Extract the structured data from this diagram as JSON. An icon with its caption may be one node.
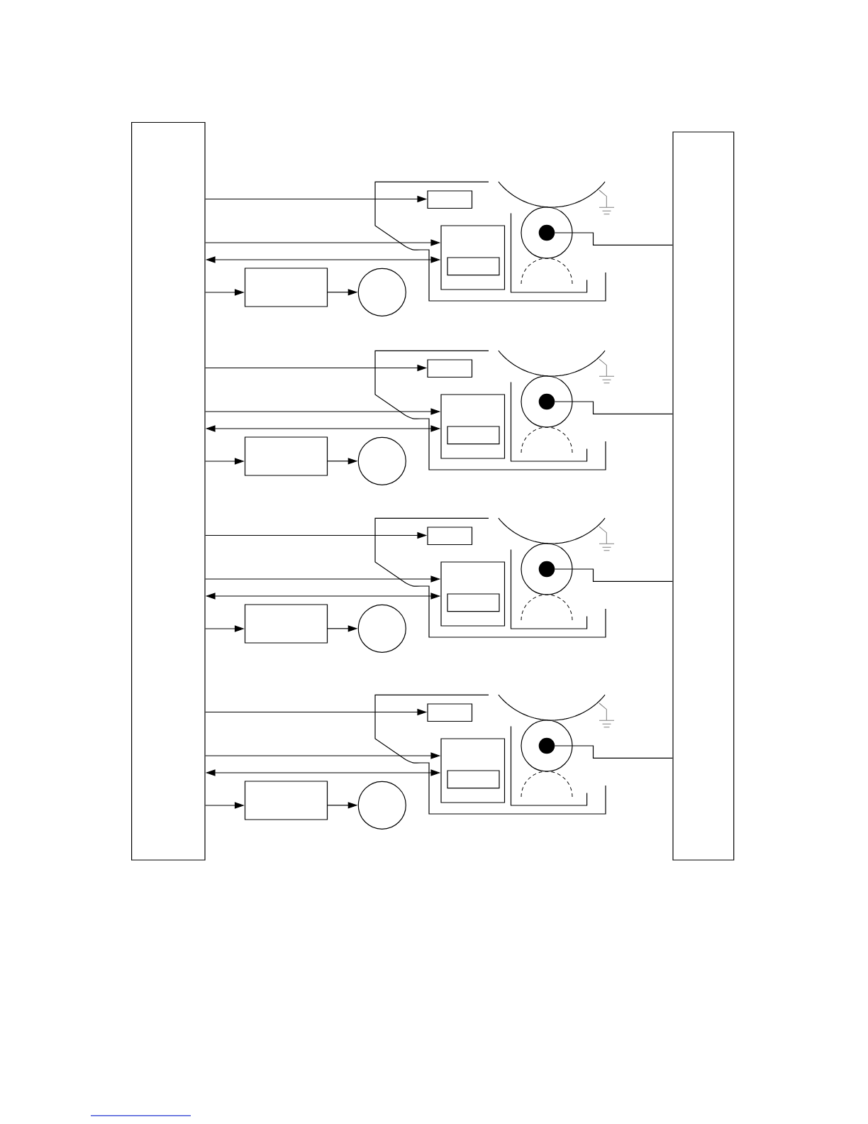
{
  "diagram": {
    "nodes": [
      {
        "text": [],
        "shape": "box"
      },
      {
        "text": [],
        "shape": "box"
      },
      {
        "text": [],
        "shape": "box"
      },
      {
        "text": [],
        "shape": "box"
      },
      {
        "text": [],
        "shape": "box",
        "in": 3
      },
      {
        "text": [],
        "shape": "box"
      },
      {
        "text": [],
        "shape": "circle"
      },
      {
        "text": [],
        "shape": "circle"
      },
      {
        "text": [],
        "shape": "circle",
        "in": 7
      },
      {
        "text": [],
        "shape": "box"
      },
      {
        "text": [],
        "shape": "box"
      },
      {
        "text": [],
        "shape": "box",
        "in": 10
      },
      {
        "text": [],
        "shape": "box"
      },
      {
        "text": [],
        "shape": "circle"
      },
      {
        "text": [],
        "shape": "circle"
      },
      {
        "text": [],
        "shape": "circle",
        "in": 14
      },
      {
        "text": [],
        "shape": "box"
      },
      {
        "text": [],
        "shape": "box"
      },
      {
        "text": [],
        "shape": "box",
        "in": 17
      },
      {
        "text": [],
        "shape": "box"
      },
      {
        "text": [],
        "shape": "circle"
      },
      {
        "text": [],
        "shape": "circle"
      },
      {
        "text": [],
        "shape": "circle",
        "in": 21
      },
      {
        "text": [],
        "shape": "box"
      },
      {
        "text": [],
        "shape": "box"
      },
      {
        "text": [],
        "shape": "box",
        "in": 24
      },
      {
        "text": [],
        "shape": "box"
      },
      {
        "text": [],
        "shape": "circle"
      },
      {
        "text": [],
        "shape": "circle"
      },
      {
        "text": [],
        "shape": "circle",
        "in": 28
      }
    ],
    "edges": [
      {
        "from": 0,
        "to": 2,
        "arrow": "to"
      },
      {
        "from": 0,
        "to": 3,
        "arrow": "to"
      },
      {
        "from": 0,
        "to": 3,
        "arrow": "both"
      },
      {
        "from": 0,
        "to": 5,
        "arrow": "to"
      },
      {
        "from": 5,
        "to": 6,
        "arrow": "to"
      },
      {
        "from": 8,
        "to": 1,
        "arrow": "none"
      },
      {
        "from": 0,
        "to": 9,
        "arrow": "to"
      },
      {
        "from": 0,
        "to": 10,
        "arrow": "to"
      },
      {
        "from": 0,
        "to": 10,
        "arrow": "both"
      },
      {
        "from": 0,
        "to": 12,
        "arrow": "to"
      },
      {
        "from": 12,
        "to": 13,
        "arrow": "to"
      },
      {
        "from": 15,
        "to": 1,
        "arrow": "none"
      },
      {
        "from": 0,
        "to": 16,
        "arrow": "to"
      },
      {
        "from": 0,
        "to": 17,
        "arrow": "to"
      },
      {
        "from": 0,
        "to": 17,
        "arrow": "both"
      },
      {
        "from": 0,
        "to": 19,
        "arrow": "to"
      },
      {
        "from": 19,
        "to": 20,
        "arrow": "to"
      },
      {
        "from": 22,
        "to": 1,
        "arrow": "none"
      },
      {
        "from": 0,
        "to": 23,
        "arrow": "to"
      },
      {
        "from": 0,
        "to": 24,
        "arrow": "to"
      },
      {
        "from": 0,
        "to": 24,
        "arrow": "both"
      },
      {
        "from": 0,
        "to": 26,
        "arrow": "to"
      },
      {
        "from": 26,
        "to": 27,
        "arrow": "to"
      },
      {
        "from": 29,
        "to": 1,
        "arrow": "none"
      }
    ]
  }
}
